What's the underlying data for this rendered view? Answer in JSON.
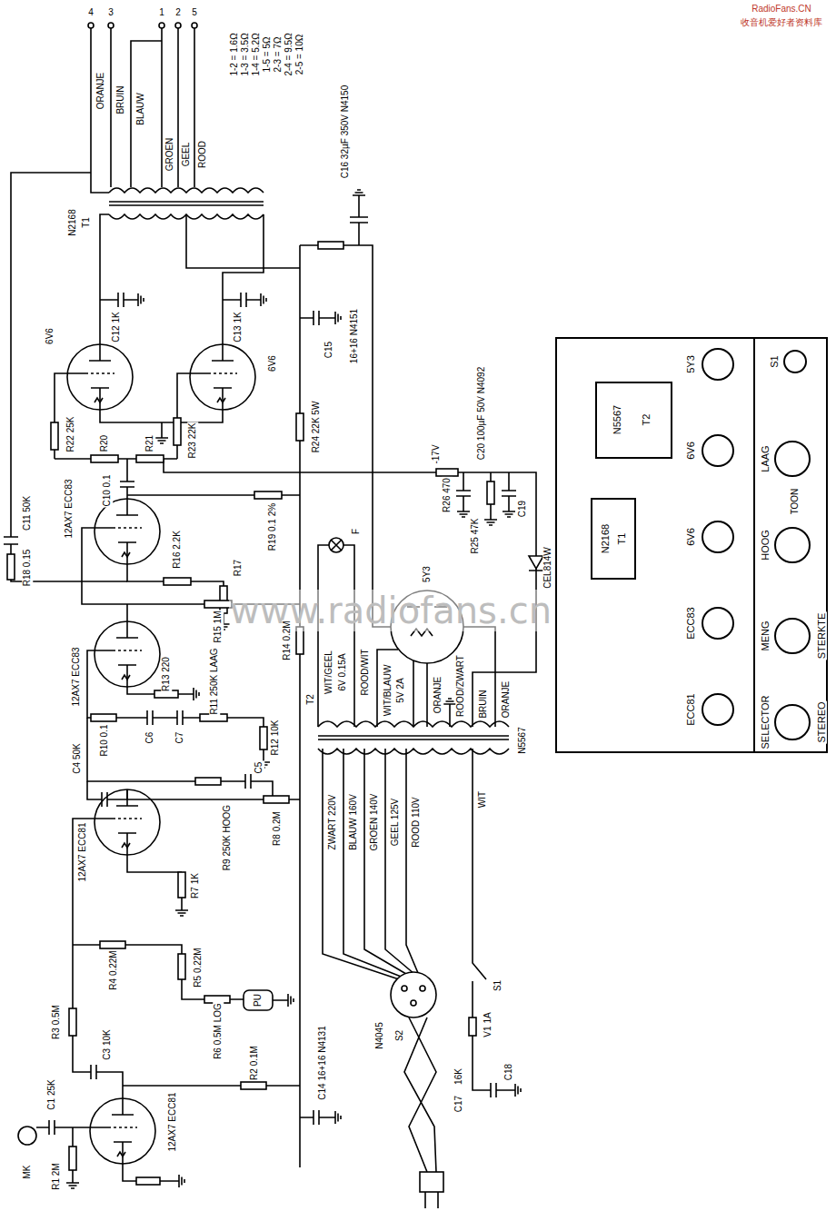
{
  "diagram": {
    "nodes": [
      {
        "text": [
          "N5567",
          "T2"
        ]
      },
      {
        "text": [
          "N2168",
          "T1"
        ]
      },
      {
        "text": [
          "5Y3"
        ]
      },
      {
        "text": [
          "6V6"
        ]
      },
      {
        "text": [
          "6V6"
        ]
      },
      {
        "text": [
          "ECC83"
        ]
      },
      {
        "text": [
          "ECC81"
        ]
      },
      {
        "text": [
          "S1"
        ]
      },
      {
        "text": [
          "LAAG"
        ]
      },
      {
        "text": [
          "HOOG"
        ]
      },
      {
        "text": [
          "MENG",
          "STERKTE"
        ]
      },
      {
        "text": [
          "SELECTOR",
          "STEREO"
        ]
      }
    ],
    "labels": [
      "RadioFans.CN",
      "收音机爱好者资料库",
      "www.radiofans.cn",
      "1-2 = 1.6Ω",
      "1-3 = 3.5Ω",
      "1-4 = 5.2Ω",
      "1-5 = 5Ω",
      "2-3 = 7Ω",
      "2-4 = 9.5Ω",
      "2-5 = 10Ω",
      "4",
      "3",
      "1",
      "2",
      "5",
      "ORANJE",
      "BRUIN",
      "BLAUW",
      "GROEN",
      "GEEL",
      "ROOD",
      "N2168",
      "T1",
      "C12 1K",
      "C13 1K",
      "6V6",
      "6V6",
      "R22 25K",
      "R20",
      "R21",
      "R23 22K",
      "C10 0.1",
      "R19 0.1 2%",
      "R24 22K 5W",
      "C15",
      "16+16 N4151",
      "C16 32µF 350V N4150",
      "C11 50K",
      "R18 0.15",
      "12AX7 ECC83",
      "R16 2.2K",
      "R17",
      "R15 1M",
      "R14 0.2M",
      "12AX7 ECC83",
      "R13 220",
      "C6",
      "C7",
      "R11 250K LAAG",
      "R10 0.1",
      "R12 10K",
      "C4 50K",
      "R9 250K HOOG",
      "C5",
      "R8 0.2M",
      "12AX7 ECC81",
      "R7 1K",
      "R4 0.22M",
      "R5 0.22M",
      "R6 0.5M LOG",
      "PU",
      "C3 10K",
      "R3 0.5M",
      "R2 0.1M",
      "C14 16+16 N4131",
      "12AX7 ECC81",
      "C1 25K",
      "R1 2M",
      "MK",
      "-17V",
      "C20 100µF 50V N4092",
      "R26 470",
      "C19",
      "R25 47K",
      "CEL814W",
      "F",
      "5Y3",
      "WIT/GEEL",
      "6V 0.15A",
      "ROOD/WIT",
      "WIT/BLAUW",
      "5V 2A",
      "ORANJE",
      "ROOD/ZWART",
      "BRUIN",
      "ORANJE",
      "T2",
      "N5567",
      "ZWART 220V",
      "BLAUW 160V",
      "GROEN 140V",
      "GEEL 125V",
      "ROOD 110V",
      "WIT",
      "N4045",
      "S2",
      "S1",
      "V1 1A",
      "C18",
      "16K",
      "C17",
      "TOON"
    ]
  }
}
